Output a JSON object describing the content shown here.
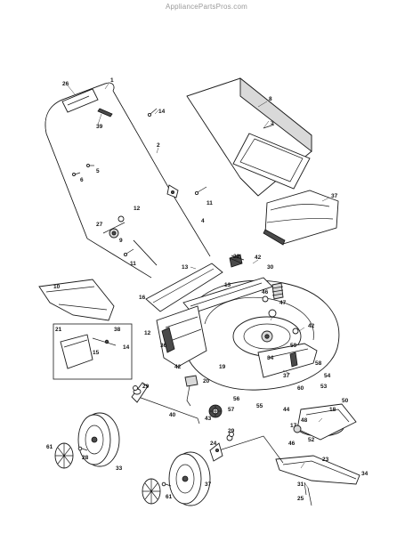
{
  "watermark": "AppliancePartsPros.com",
  "callouts": [
    {
      "id": "c26",
      "text": "26"
    },
    {
      "id": "c1",
      "text": "1"
    },
    {
      "id": "c39",
      "text": "39"
    },
    {
      "id": "c5",
      "text": "5"
    },
    {
      "id": "c6",
      "text": "6"
    },
    {
      "id": "c14",
      "text": "14"
    },
    {
      "id": "c2",
      "text": "2"
    },
    {
      "id": "c3",
      "text": "3"
    },
    {
      "id": "c8",
      "text": "8"
    },
    {
      "id": "c37a",
      "text": "37"
    },
    {
      "id": "c11a",
      "text": "11"
    },
    {
      "id": "c12",
      "text": "12"
    },
    {
      "id": "c27",
      "text": "27"
    },
    {
      "id": "c9",
      "text": "9"
    },
    {
      "id": "c4",
      "text": "4"
    },
    {
      "id": "c11b",
      "text": "11"
    },
    {
      "id": "c22",
      "text": "22"
    },
    {
      "id": "c42a",
      "text": "42"
    },
    {
      "id": "c30",
      "text": "30"
    },
    {
      "id": "c10",
      "text": "10"
    },
    {
      "id": "c13a",
      "text": "13"
    },
    {
      "id": "c13b",
      "text": "13"
    },
    {
      "id": "c16",
      "text": "16"
    },
    {
      "id": "c46",
      "text": "46"
    },
    {
      "id": "c47",
      "text": "47"
    },
    {
      "id": "c21",
      "text": "21"
    },
    {
      "id": "c38",
      "text": "38"
    },
    {
      "id": "c15",
      "text": "15"
    },
    {
      "id": "c14b",
      "text": "14"
    },
    {
      "id": "c42b",
      "text": "42"
    },
    {
      "id": "c36",
      "text": "36"
    },
    {
      "id": "c12b",
      "text": "12"
    },
    {
      "id": "c42c",
      "text": "42"
    },
    {
      "id": "c19",
      "text": "19"
    },
    {
      "id": "c20",
      "text": "20"
    },
    {
      "id": "c59",
      "text": "59"
    },
    {
      "id": "c58",
      "text": "58"
    },
    {
      "id": "c54",
      "text": "54"
    },
    {
      "id": "c53",
      "text": "53"
    },
    {
      "id": "c60",
      "text": "60"
    },
    {
      "id": "c29a",
      "text": "29"
    },
    {
      "id": "c40",
      "text": "40"
    },
    {
      "id": "c43",
      "text": "43"
    },
    {
      "id": "c56",
      "text": "56"
    },
    {
      "id": "c57",
      "text": "57"
    },
    {
      "id": "c55",
      "text": "55"
    },
    {
      "id": "c37b",
      "text": "37"
    },
    {
      "id": "c18",
      "text": "18"
    },
    {
      "id": "c44",
      "text": "44"
    },
    {
      "id": "c50",
      "text": "50"
    },
    {
      "id": "c17",
      "text": "17"
    },
    {
      "id": "c46b",
      "text": "46"
    },
    {
      "id": "c61a",
      "text": "61"
    },
    {
      "id": "c28",
      "text": "28"
    },
    {
      "id": "c33",
      "text": "33"
    },
    {
      "id": "c29b",
      "text": "29"
    },
    {
      "id": "c24",
      "text": "24"
    },
    {
      "id": "c23",
      "text": "23"
    },
    {
      "id": "c34",
      "text": "34"
    },
    {
      "id": "c31",
      "text": "31"
    },
    {
      "id": "c25",
      "text": "25"
    },
    {
      "id": "c37c",
      "text": "37"
    },
    {
      "id": "c61b",
      "text": "61"
    },
    {
      "id": "c34b",
      "text": "34"
    },
    {
      "id": "c48",
      "text": "48"
    },
    {
      "id": "c52",
      "text": "52"
    }
  ]
}
